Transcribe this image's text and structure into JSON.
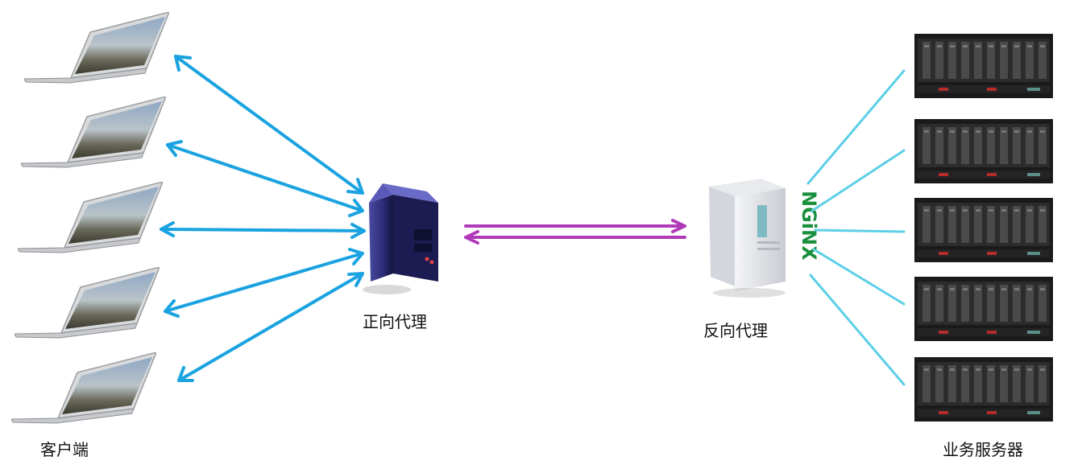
{
  "labels": {
    "clients": "客户端",
    "forward_proxy": "正向代理",
    "reverse_proxy": "反向代理",
    "business_servers": "业务服务器",
    "nginx": "NGiNX"
  },
  "colors": {
    "client_arrows": "#1aa3e0",
    "proxy_link": "#b03ab8",
    "server_lines": "#5ccfe6",
    "nginx": "#1a8f3c"
  },
  "icons": {
    "client": "laptop-icon",
    "forward_proxy": "tower-server-icon",
    "reverse_proxy": "white-server-icon",
    "server": "rack-server-icon"
  }
}
